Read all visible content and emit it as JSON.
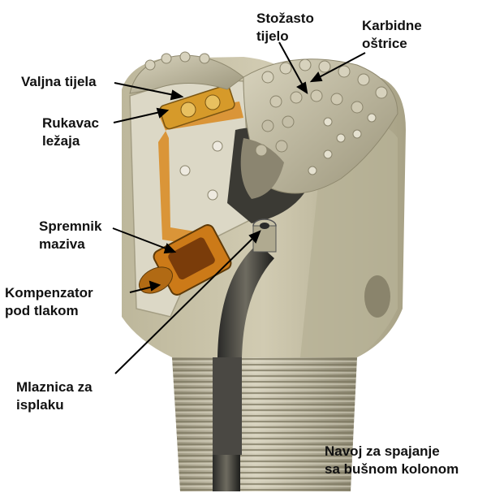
{
  "labels": {
    "stozasto": {
      "line1": "Stožasto",
      "line2": "tijelo"
    },
    "karbidne": {
      "line1": "Karbidne",
      "line2": "oštrice"
    },
    "valjna": {
      "line1": "Valjna tijela"
    },
    "rukavac": {
      "line1": "Rukavac",
      "line2": "ležaja"
    },
    "spremnik": {
      "line1": "Spremnik",
      "line2": "maziva"
    },
    "kompenzator": {
      "line1": "Kompenzator",
      "line2": "pod tlakom"
    },
    "mlaznica": {
      "line1": "Mlaznica za",
      "line2": "isplaku"
    },
    "navoj": {
      "line1": "Navoj za spajanje",
      "line2": "sa bušnom kolonom"
    }
  },
  "colors": {
    "body": "#c9c3a8",
    "body_shadow": "#a49e84",
    "body_highlight": "#dedac6",
    "cutaway": "#d8d4c2",
    "lubricant": "#d9891e",
    "bearing_gold": "#d69a2a",
    "nozzle_dark": "#3a3a3a",
    "leader": "#000000"
  }
}
